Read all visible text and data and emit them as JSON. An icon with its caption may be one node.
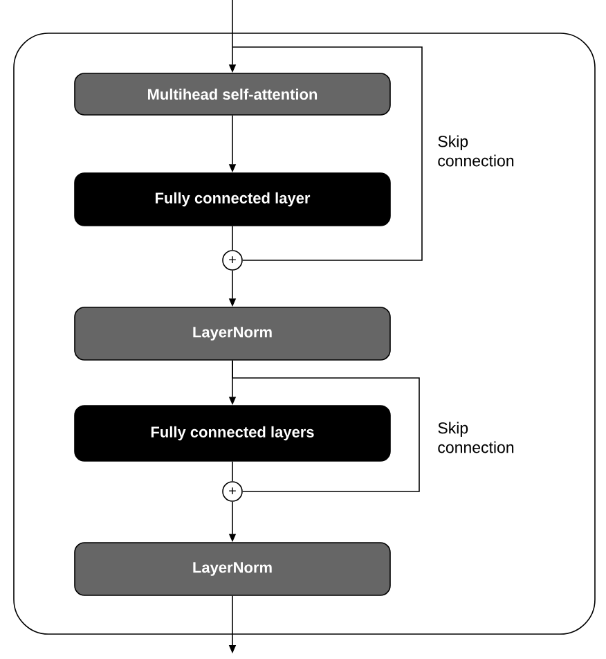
{
  "diagram": {
    "nodes": [
      {
        "text": [],
        "shape": "box"
      },
      {
        "text": [
          "Multihead self-attention"
        ],
        "in": 0
      },
      {
        "text": [
          "Fully connected layer"
        ],
        "in": 0
      },
      {
        "text": [
          "+"
        ],
        "in": 0
      },
      {
        "text": [
          "LayerNorm"
        ],
        "in": 0
      },
      {
        "text": [
          "Fully connected layers"
        ],
        "in": 0
      },
      {
        "text": [
          "+"
        ],
        "in": 0
      },
      {
        "text": [
          "LayerNorm"
        ],
        "in": 0
      }
    ],
    "edges": [
      {
        "from": null,
        "to": 1,
        "arrow": "to"
      },
      {
        "from": null,
        "to": 3,
        "arrow": "none"
      },
      {
        "from": 1,
        "to": 2,
        "arrow": "to"
      },
      {
        "from": 2,
        "to": 3,
        "arrow": "none"
      },
      {
        "from": 3,
        "to": 4,
        "arrow": "to"
      },
      {
        "from": 4,
        "to": 6,
        "arrow": "none"
      },
      {
        "from": 4,
        "to": 5,
        "arrow": "to"
      },
      {
        "from": 5,
        "to": 6,
        "arrow": "none"
      },
      {
        "from": 6,
        "to": 7,
        "arrow": "to"
      },
      {
        "from": 7,
        "to": null,
        "arrow": "to"
      }
    ],
    "labels": [
      "Skip connection",
      "Skip connection"
    ]
  }
}
